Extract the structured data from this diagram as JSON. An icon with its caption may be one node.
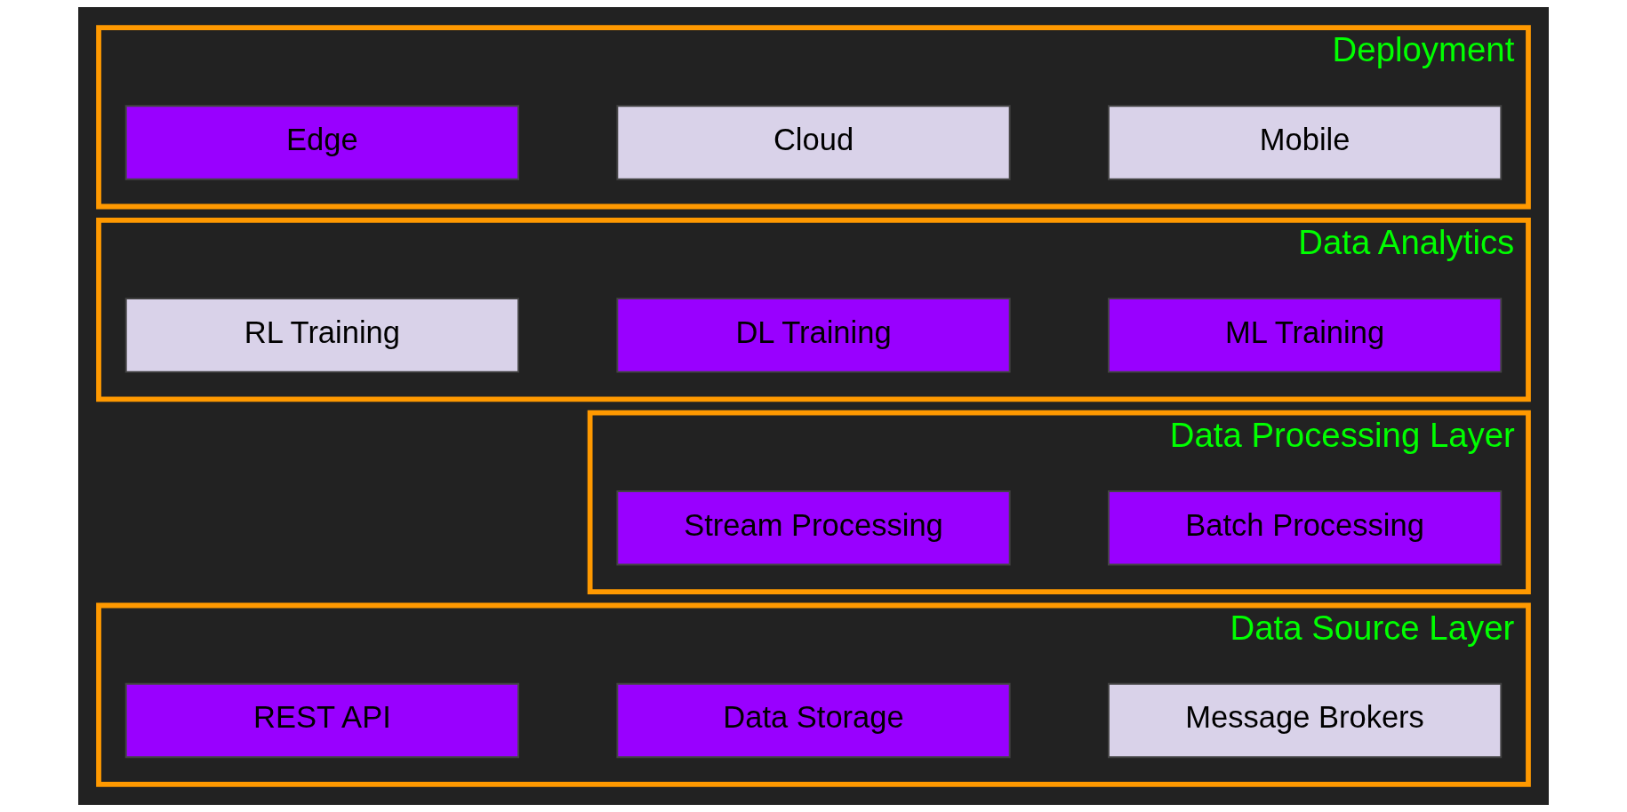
{
  "diagram": {
    "nodes": [
      {
        "text": [
          "Deployment"
        ]
      },
      {
        "text": [
          "Mobile"
        ],
        "in": 0
      },
      {
        "text": [
          "Cloud"
        ],
        "in": 0
      },
      {
        "text": [
          "Edge"
        ],
        "in": 0
      },
      {
        "text": [
          "Data Analytics"
        ]
      },
      {
        "text": [
          "ML Training"
        ],
        "in": 4
      },
      {
        "text": [
          "DL Training"
        ],
        "in": 4
      },
      {
        "text": [
          "RL Training"
        ],
        "in": 4
      },
      {
        "text": [
          "Data Processing Layer"
        ]
      },
      {
        "text": [
          "Batch Processing"
        ],
        "in": 8
      },
      {
        "text": [
          "Stream Processing"
        ],
        "in": 8
      },
      {
        "text": [
          "Data Source Layer"
        ]
      },
      {
        "text": [
          "Message Brokers"
        ],
        "in": 11
      },
      {
        "text": [
          "Data Storage"
        ],
        "in": 11
      },
      {
        "text": [
          "REST API"
        ],
        "in": 11
      }
    ]
  }
}
